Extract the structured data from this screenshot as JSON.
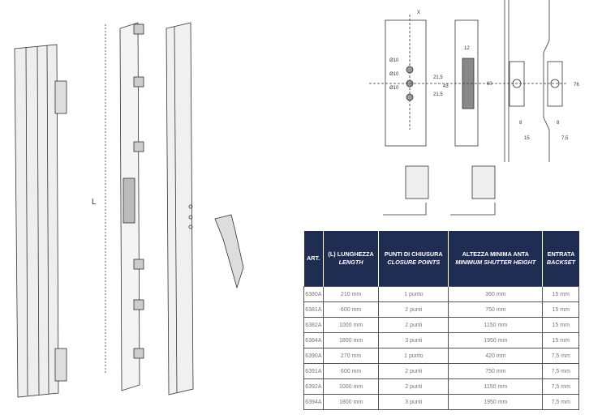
{
  "drawing": {
    "length_label": "L",
    "dims": {
      "x": "X",
      "hole": "Ø10",
      "d1": "21,5",
      "d2": "21,5",
      "d3": "43",
      "w12": "12",
      "h60": "60",
      "h76": "76",
      "b8a": "8",
      "b8b": "8",
      "bs15": "15",
      "bs75": "7,5"
    }
  },
  "table": {
    "headers": [
      {
        "it": "ART.",
        "en": ""
      },
      {
        "it": "(L) LUNGHEZZA",
        "en": "LENGTH"
      },
      {
        "it": "PUNTI DI CHIUSURA",
        "en": "CLOSURE POINTS"
      },
      {
        "it": "ALTEZZA MINIMA ANTA",
        "en": "MINIMUM SHUTTER HEIGHT"
      },
      {
        "it": "ENTRATA",
        "en": "BACKSET"
      }
    ],
    "rows": [
      [
        "6380A",
        "210 mm",
        "1 punto",
        "360 mm",
        "15 mm"
      ],
      [
        "6381A",
        "600 mm",
        "2 punti",
        "750 mm",
        "15 mm"
      ],
      [
        "6382A",
        "1000 mm",
        "2 punti",
        "1150 mm",
        "15 mm"
      ],
      [
        "6384A",
        "1800 mm",
        "3 punti",
        "1950 mm",
        "15 mm"
      ],
      [
        "6390A",
        "270 mm",
        "1 punto",
        "420 mm",
        "7,5 mm"
      ],
      [
        "6391A",
        "600 mm",
        "2 punti",
        "750 mm",
        "7,5 mm"
      ],
      [
        "6392A",
        "1000 mm",
        "2 punti",
        "1150 mm",
        "7,5 mm"
      ],
      [
        "6394A",
        "1800 mm",
        "3 punti",
        "1950 mm",
        "7,5 mm"
      ]
    ]
  }
}
